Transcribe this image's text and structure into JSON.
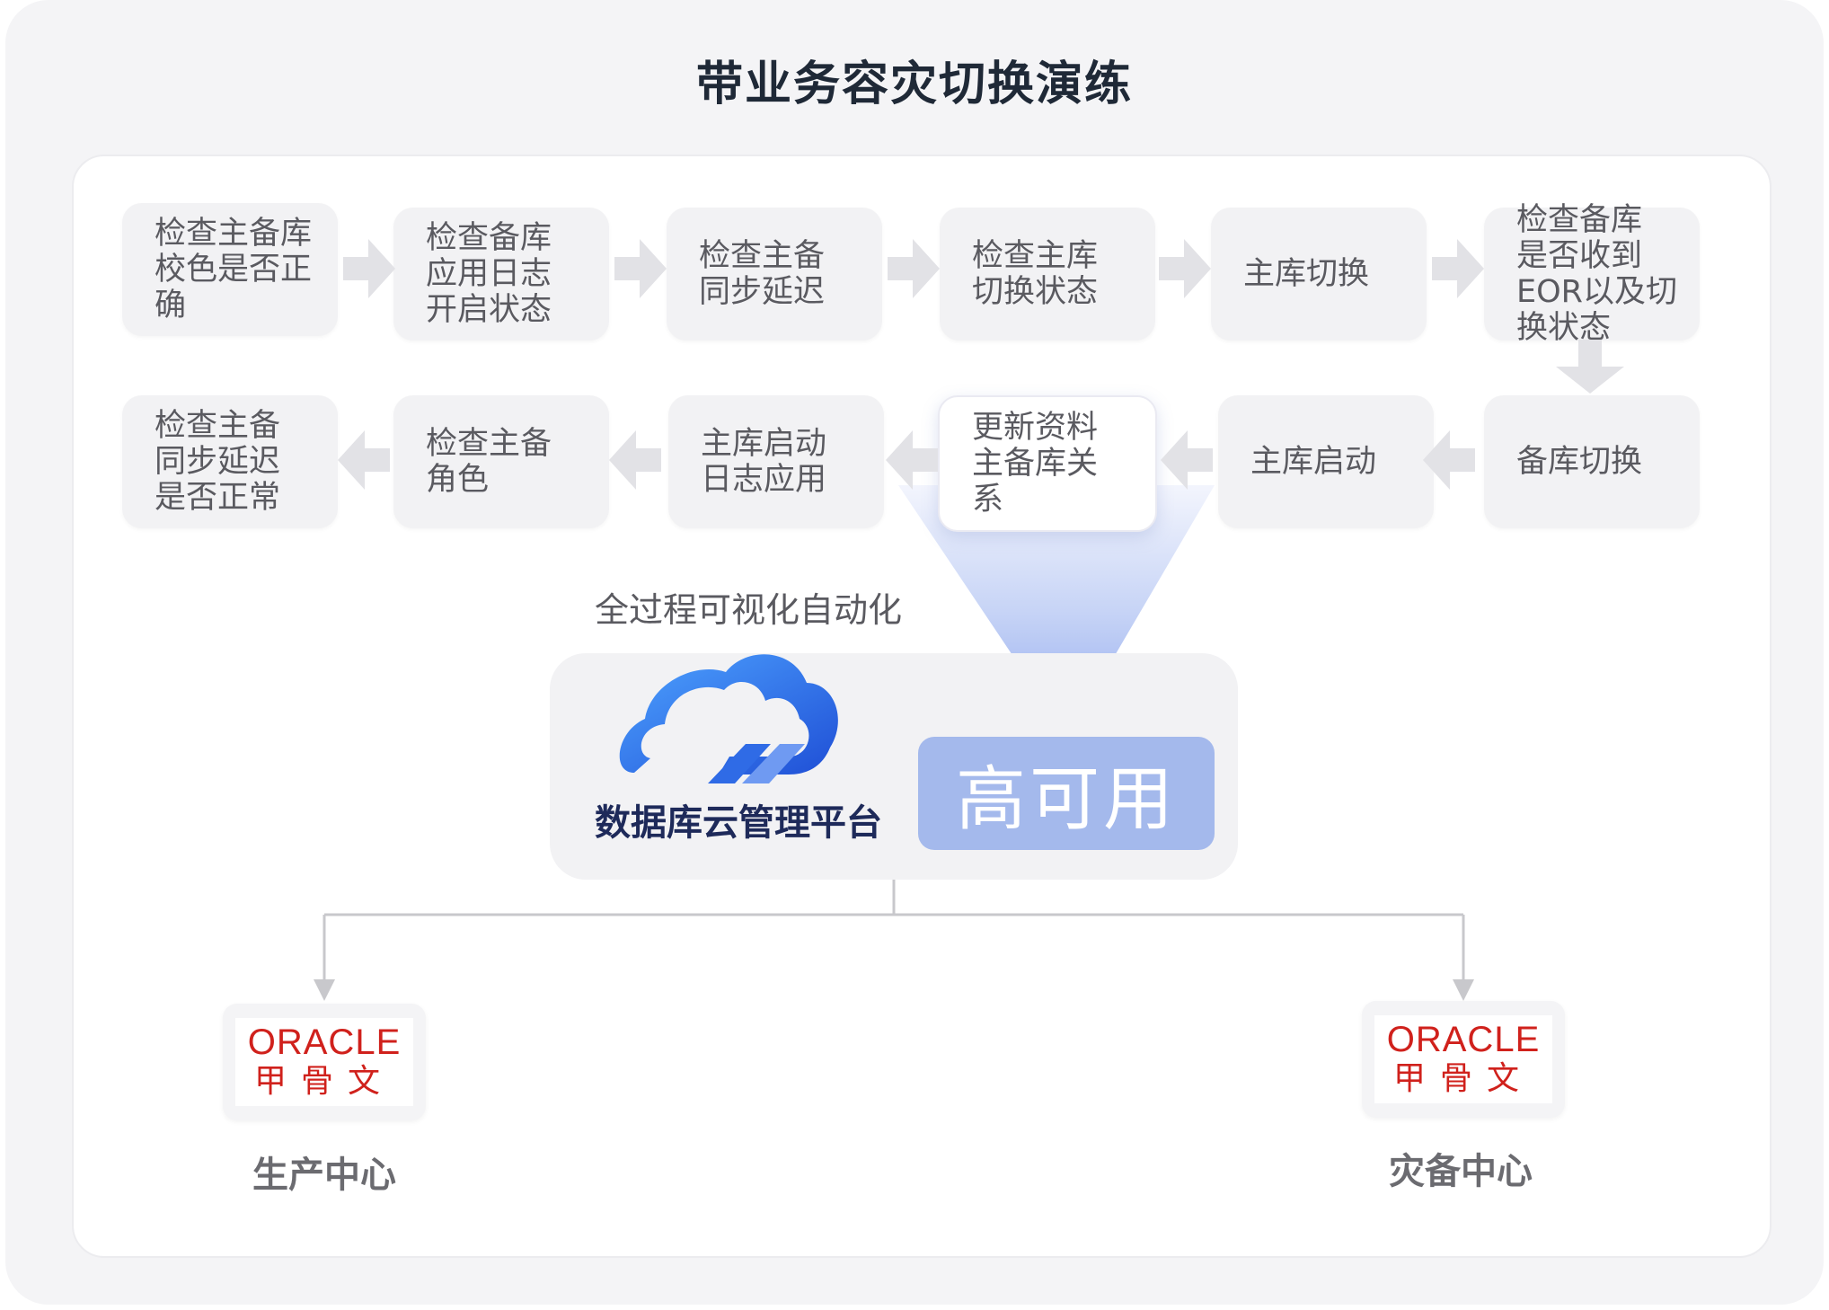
{
  "title": "带业务容灾切换演练",
  "row1": [
    "检查主备库\n校色是否正\n确",
    "检查备库\n应用日志\n开启状态",
    "检查主备\n同步延迟",
    "检查主库\n切换状态",
    "主库切换",
    "检查备库\n是否收到\nEOR以及切\n换状态"
  ],
  "row2": [
    "检查主备\n同步延迟\n是否正常",
    "检查主备\n角色",
    "主库启动\n日志应用",
    "更新资料\n主备库关\n系",
    "主库启动",
    "备库切换"
  ],
  "automation_label": "全过程可视化自动化",
  "platform": {
    "name": "数据库云管理平台",
    "badge": "高可用"
  },
  "oracle_logo": {
    "wordmark": "ORACLE",
    "chinese": "甲骨文"
  },
  "centers": {
    "production": "生产中心",
    "disaster_recovery": "灾备中心"
  },
  "colors": {
    "box_bg": "#f2f2f4",
    "arrow": "#e2e2e6",
    "badge": "#a4b9ec",
    "funnel": "#8fa8ee",
    "cloud": "#2f6be6",
    "oracle_red": "#d0211c"
  }
}
